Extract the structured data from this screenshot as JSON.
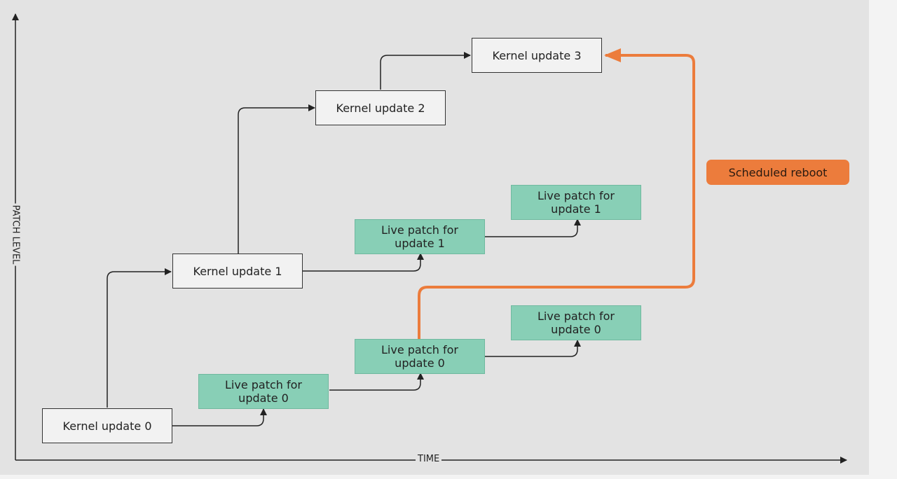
{
  "axes": {
    "y_label": "PATCH LEVEL",
    "x_label": "TIME"
  },
  "nodes": {
    "kernel_0": "Kernel update 0",
    "kernel_1": "Kernel update 1",
    "kernel_2": "Kernel update 2",
    "kernel_3": "Kernel update 3",
    "patch_0a": [
      "Live patch for",
      "update 0"
    ],
    "patch_0b": [
      "Live patch for",
      "update 0"
    ],
    "patch_0c": [
      "Live patch for",
      "update 0"
    ],
    "patch_1a": [
      "Live patch for",
      "update 1"
    ],
    "patch_1b": [
      "Live patch for",
      "update 1"
    ]
  },
  "reboot": {
    "label": "Scheduled reboot"
  },
  "colors": {
    "kernel_fill": "#f2f2f2",
    "patch_fill": "#88cfb6",
    "reboot_accent": "#ec7c3c",
    "connector": "#222222"
  }
}
